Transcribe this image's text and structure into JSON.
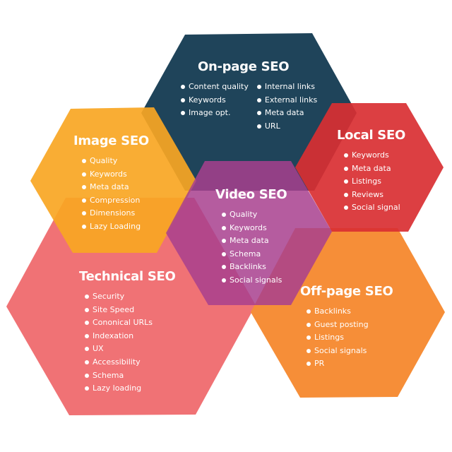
{
  "diagram": {
    "colors": {
      "onpage": "#1f445a",
      "image": "#f8a828",
      "local": "#dc3b3d",
      "video": "#b04a94",
      "technical": "#f07275",
      "offpage": "#f68e38"
    },
    "hexagons": [
      {
        "id": "onpage",
        "title": "On-page SEO",
        "items_col1": [
          "Content quality",
          "Keywords",
          "Image opt."
        ],
        "items_col2": [
          "Internal links",
          "External links",
          "Meta data",
          "URL"
        ]
      },
      {
        "id": "image",
        "title": "Image SEO",
        "items": [
          "Quality",
          "Keywords",
          "Meta data",
          "Compression",
          "Dimensions",
          "Lazy Loading"
        ]
      },
      {
        "id": "local",
        "title": "Local SEO",
        "items": [
          "Keywords",
          "Meta data",
          "Listings",
          "Reviews",
          "Social signal"
        ]
      },
      {
        "id": "video",
        "title": "Video SEO",
        "items": [
          "Quality",
          "Keywords",
          "Meta data",
          "Schema",
          "Backlinks",
          "Social signals"
        ]
      },
      {
        "id": "technical",
        "title": "Technical SEO",
        "items": [
          "Security",
          "Site Speed",
          "Cononical URLs",
          "Indexation",
          "UX",
          "Accessibility",
          "Schema",
          "Lazy loading"
        ]
      },
      {
        "id": "offpage",
        "title": "Off-page SEO",
        "items": [
          "Backlinks",
          "Guest posting",
          "Listings",
          "Social signals",
          "PR"
        ]
      }
    ]
  }
}
